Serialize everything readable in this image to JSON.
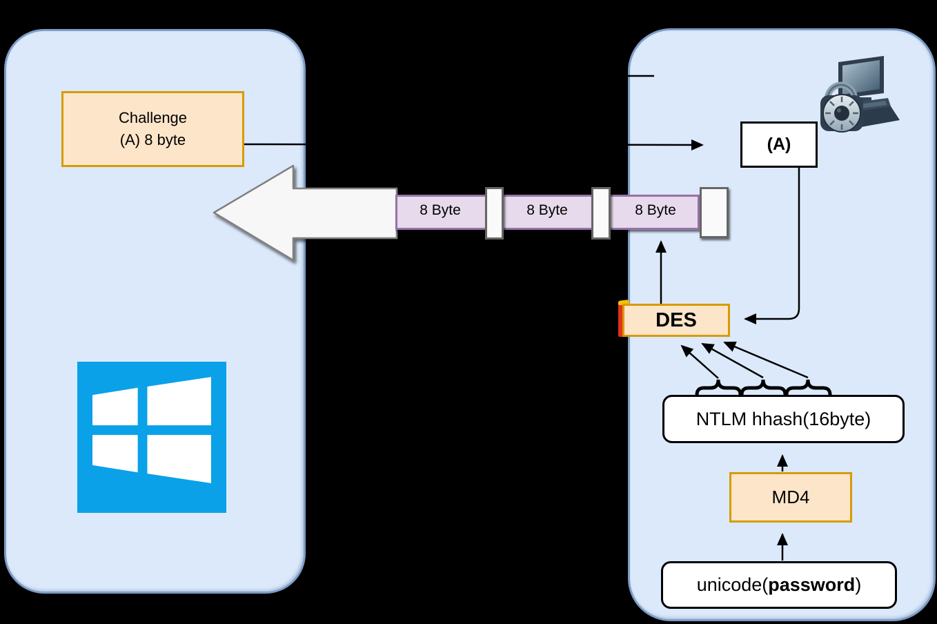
{
  "diagram": {
    "description": "NTLM challenge-response authentication diagram",
    "challenge_box": {
      "line1": "Challenge",
      "line2": "(A) 8 byte"
    },
    "bar": {
      "segments": [
        "8 Byte",
        "8 Byte",
        "8 Byte"
      ]
    },
    "a_box": {
      "label": "(A)"
    },
    "des_box": {
      "label": "DES"
    },
    "ntlm_box": {
      "label": "NTLM hhash(16byte)"
    },
    "md4_box": {
      "label": "MD4"
    },
    "unicode_box": {
      "prefix": "unicode(",
      "password": "password",
      "suffix": ")"
    },
    "icons": [
      "windows-logo",
      "computer-lock-icon"
    ],
    "colors": {
      "background": "#000000",
      "panel_fill": "#DBE9FB",
      "panel_border": "#7E9CC5",
      "orange_box_fill": "#FCE5C9",
      "orange_box_border": "#D79B00",
      "bar_fill": "#E6DAEC",
      "bar_border": "#9673A6",
      "separator_fill": "#FAFAFA",
      "separator_border": "#666666",
      "big_arrow_fill": "#F7F7F7",
      "big_arrow_border": "#808080",
      "windows_blue": "#0AA1E8",
      "line_color": "#000000"
    }
  }
}
